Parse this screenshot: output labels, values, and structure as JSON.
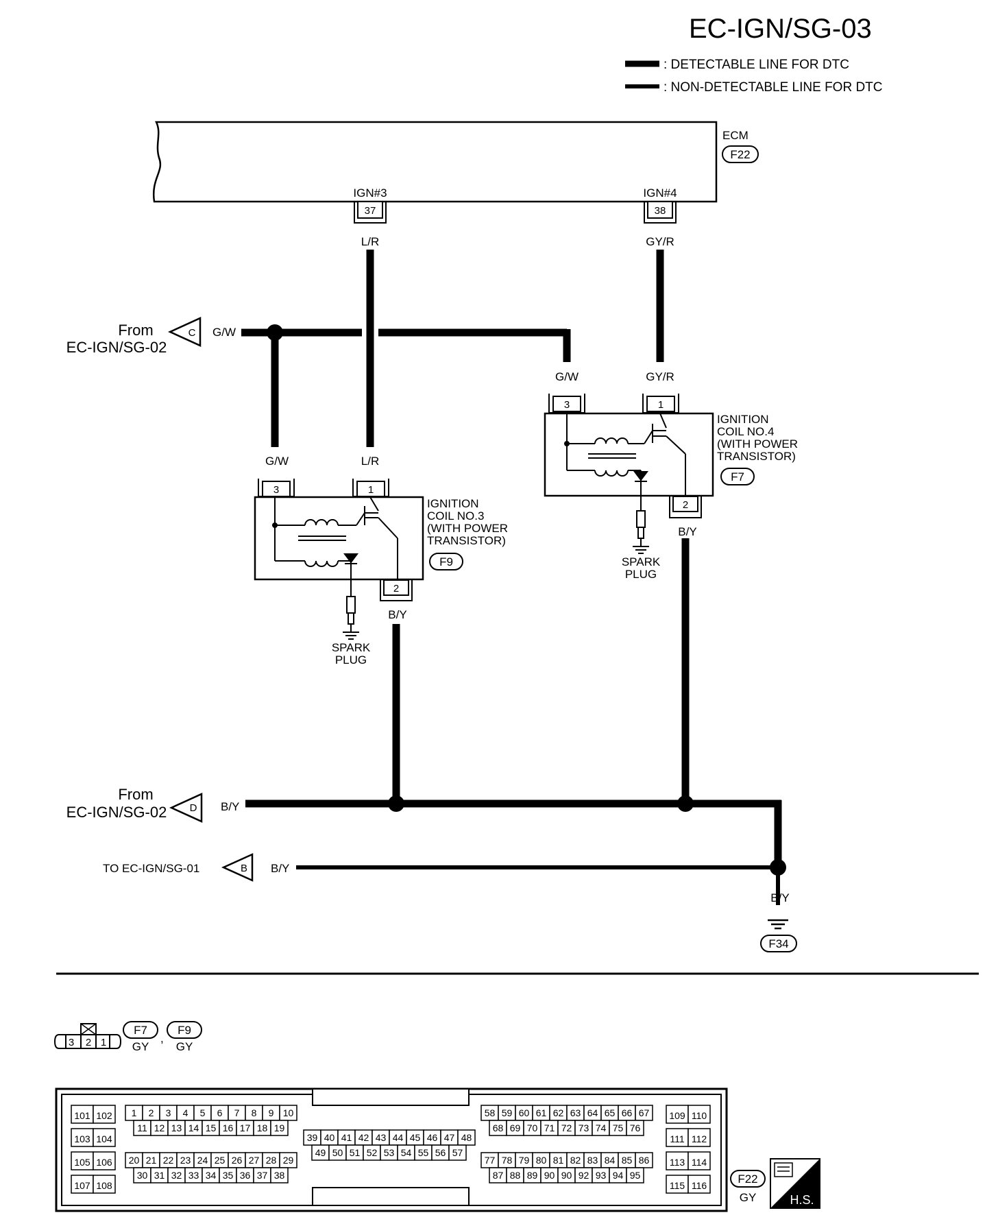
{
  "page_title": "EC-IGN/SG-03",
  "legend": {
    "detectable": ": DETECTABLE LINE FOR DTC",
    "non_detectable": ": NON-DETECTABLE LINE FOR DTC"
  },
  "ecm": {
    "name": "ECM",
    "connector": "F22",
    "pins": [
      {
        "signal": "IGN#3",
        "number": "37",
        "wire": "L/R"
      },
      {
        "signal": "IGN#4",
        "number": "38",
        "wire": "GY/R"
      }
    ]
  },
  "refs": {
    "from_c": "From\nEC-IGN/SG-02",
    "from_c_line1": "From",
    "from_c_line2": "EC-IGN/SG-02",
    "c_letter": "C",
    "c_wire": "G/W",
    "from_d_line1": "From",
    "from_d_line2": "EC-IGN/SG-02",
    "d_letter": "D",
    "d_wire": "B/Y",
    "to_b": "TO EC-IGN/SG-01",
    "b_letter": "B",
    "b_wire": "B/Y"
  },
  "coil3": {
    "lines": [
      "IGNITION",
      "COIL NO.3",
      "(WITH POWER",
      "TRANSISTOR)"
    ],
    "connector": "F9",
    "pin3": "3",
    "pin1": "1",
    "pin2": "2",
    "wire3": "G/W",
    "wire1": "L/R",
    "wire2": "B/Y",
    "plug_line1": "SPARK",
    "plug_line2": "PLUG"
  },
  "coil4": {
    "lines": [
      "IGNITION",
      "COIL NO.4",
      "(WITH POWER",
      "TRANSISTOR)"
    ],
    "connector": "F7",
    "pin3": "3",
    "pin1": "1",
    "pin2": "2",
    "wire3": "G/W",
    "wire1": "GY/R",
    "wire2": "B/Y",
    "plug_line1": "SPARK",
    "plug_line2": "PLUG"
  },
  "ground": {
    "wire": "B/Y",
    "connector": "F34"
  },
  "connectors_bottom": {
    "small_pins": [
      "3",
      "2",
      "1"
    ],
    "f7": "F7",
    "f7_color": "GY",
    "f9": "F9",
    "f9_color": "GY",
    "sep": ",",
    "f22": "F22",
    "f22_color": "GY",
    "hs": "H.S.",
    "blocks": {
      "a": [
        [
          "101",
          "102"
        ],
        [
          "103",
          "104"
        ],
        [
          "105",
          "106"
        ],
        [
          "107",
          "108"
        ]
      ],
      "b1": [
        "1",
        "2",
        "3",
        "4",
        "5",
        "6",
        "7",
        "8",
        "9",
        "10"
      ],
      "b2": [
        "11",
        "12",
        "13",
        "14",
        "15",
        "16",
        "17",
        "18",
        "19"
      ],
      "b3": [
        "20",
        "21",
        "22",
        "23",
        "24",
        "25",
        "26",
        "27",
        "28",
        "29"
      ],
      "b4": [
        "30",
        "31",
        "32",
        "33",
        "34",
        "35",
        "36",
        "37",
        "38"
      ],
      "c1": [
        "39",
        "40",
        "41",
        "42",
        "43",
        "44",
        "45",
        "46",
        "47",
        "48"
      ],
      "c2": [
        "49",
        "50",
        "51",
        "52",
        "53",
        "54",
        "55",
        "56",
        "57"
      ],
      "d1": [
        "58",
        "59",
        "60",
        "61",
        "62",
        "63",
        "64",
        "65",
        "66",
        "67"
      ],
      "d2": [
        "68",
        "69",
        "70",
        "71",
        "72",
        "73",
        "74",
        "75",
        "76"
      ],
      "d3": [
        "77",
        "78",
        "79",
        "80",
        "81",
        "82",
        "83",
        "84",
        "85",
        "86"
      ],
      "d4": [
        "87",
        "88",
        "89",
        "90",
        "90",
        "92",
        "93",
        "94",
        "95"
      ],
      "e": [
        [
          "109",
          "110"
        ],
        [
          "111",
          "112"
        ],
        [
          "113",
          "114"
        ],
        [
          "115",
          "116"
        ]
      ]
    }
  }
}
